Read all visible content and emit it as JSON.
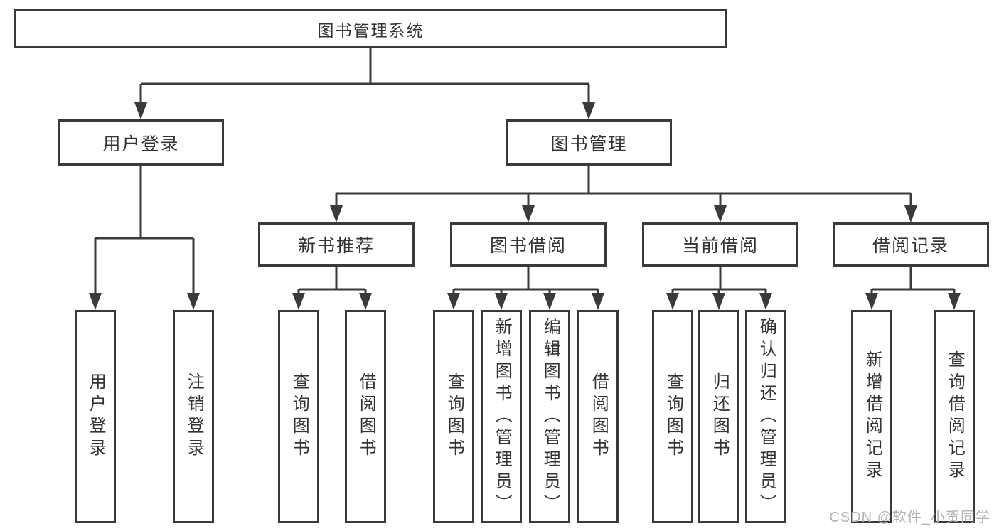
{
  "diagram": {
    "title": "图书管理系统"
  },
  "nodes": {
    "root": {
      "label": "图书管理系统"
    },
    "user_login": {
      "label": "用户登录"
    },
    "book_mgmt": {
      "label": "图书管理"
    },
    "new_book_rec": {
      "label": "新书推荐"
    },
    "book_borrow": {
      "label": "图书借阅"
    },
    "current_borrow": {
      "label": "当前借阅"
    },
    "borrow_record": {
      "label": "借阅记录"
    },
    "leaf_user_login": {
      "label": "用户登录"
    },
    "leaf_logout": {
      "label": "注销登录"
    },
    "leaf_nb_query": {
      "label": "查询图书"
    },
    "leaf_nb_borrow": {
      "label": "借阅图书"
    },
    "leaf_bb_query": {
      "label": "查询图书"
    },
    "leaf_bb_add": {
      "label": "新增图书（管理员）"
    },
    "leaf_bb_edit": {
      "label": "编辑图书（管理员）"
    },
    "leaf_bb_borrow": {
      "label": "借阅图书"
    },
    "leaf_cb_query": {
      "label": "查询图书"
    },
    "leaf_cb_return": {
      "label": "归还图书"
    },
    "leaf_cb_confirm": {
      "label": "确认归还（管理员）"
    },
    "leaf_br_add": {
      "label": "新增借阅记录"
    },
    "leaf_br_query": {
      "label": "查询借阅记录"
    }
  },
  "watermark": "CSDN @软件_小贺同学",
  "colors": {
    "line": "#3a3a3a",
    "text": "#333333",
    "watermark": "#b3b3b3",
    "background": "#ffffff"
  }
}
